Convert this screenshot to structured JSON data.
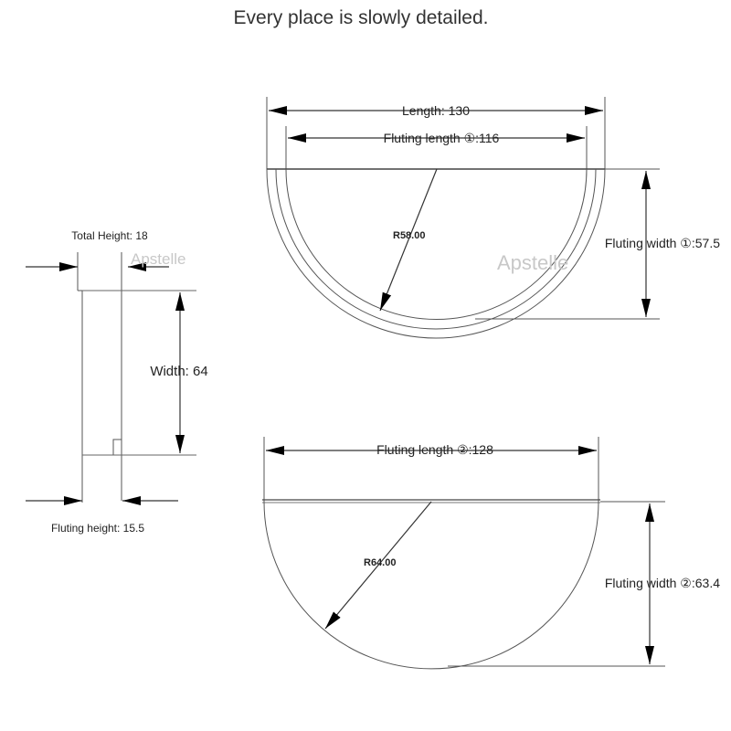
{
  "page": {
    "title": "Every place is slowly detailed."
  },
  "watermarks": {
    "side": "Apstelle",
    "top": "Apstelle"
  },
  "side_view": {
    "total_height_label": "Total Height: 18",
    "width_label": "Width: 64",
    "fluting_height_label": "Fluting height: 15.5"
  },
  "top_part": {
    "length_label": "Length: 130",
    "fluting_length_label": "Fluting length ①:116",
    "radius_label": "R58.00",
    "fluting_width_label": "Fluting width ①:57.5"
  },
  "bottom_part": {
    "fluting_length_label": "Fluting length ②:128",
    "radius_label": "R64.00",
    "fluting_width_label": "Fluting width ②:63.4"
  },
  "colors": {
    "line": "#555555",
    "dim_line": "#333333",
    "arrow": "#000000",
    "watermark": "#c8c8c8"
  }
}
